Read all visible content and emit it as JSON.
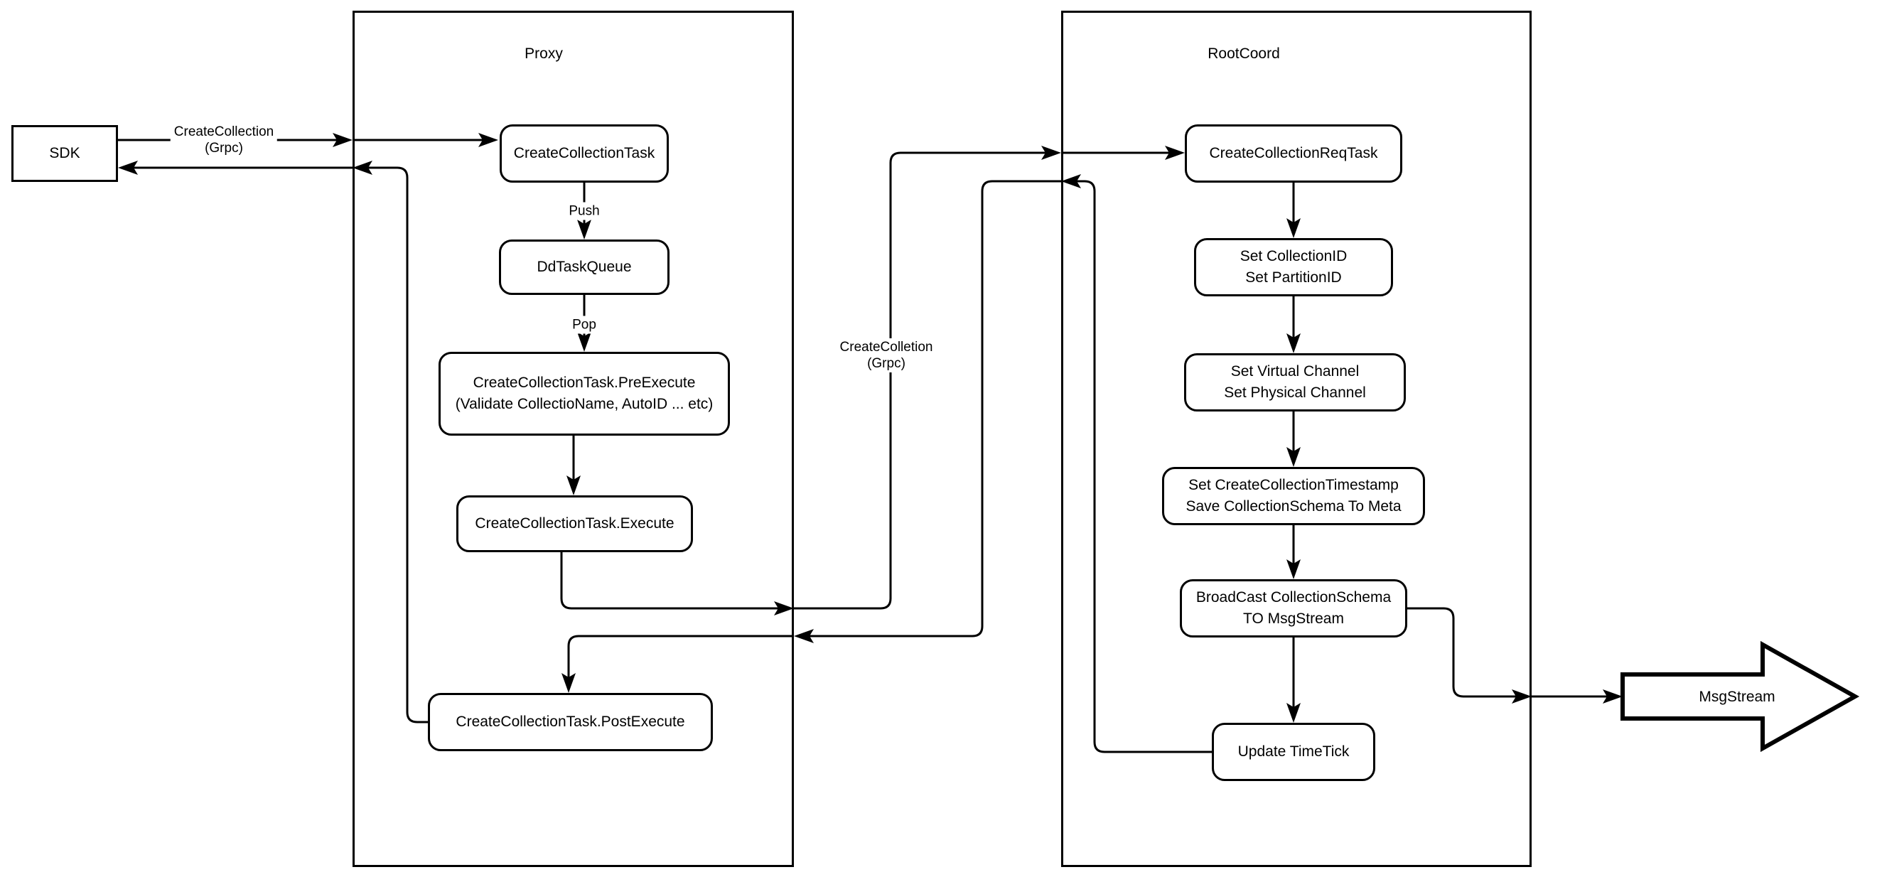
{
  "sdk": {
    "label": "SDK"
  },
  "containers": {
    "proxy": {
      "title": "Proxy"
    },
    "rootcoord": {
      "title": "RootCoord"
    }
  },
  "proxy_nodes": {
    "create_collection_task": {
      "label": "CreateCollectionTask"
    },
    "dd_task_queue": {
      "label": "DdTaskQueue"
    },
    "pre_execute": {
      "line1": "CreateCollectionTask.PreExecute",
      "line2": "(Validate CollectioName, AutoID ... etc)"
    },
    "execute": {
      "label": "CreateCollectionTask.Execute"
    },
    "post_execute": {
      "label": "CreateCollectionTask.PostExecute"
    }
  },
  "rootcoord_nodes": {
    "req_task": {
      "label": "CreateCollectionReqTask"
    },
    "set_ids": {
      "line1": "Set CollectionID",
      "line2": "Set PartitionID"
    },
    "set_channels": {
      "line1": "Set Virtual Channel",
      "line2": "Set Physical Channel"
    },
    "set_timestamp": {
      "line1": "Set CreateCollectionTimestamp",
      "line2": "Save CollectionSchema To Meta"
    },
    "broadcast": {
      "line1": "BroadCast CollectionSchema",
      "line2": "TO MsgStream"
    },
    "update_timetick": {
      "label": "Update TimeTick"
    }
  },
  "msgstream": {
    "label": "MsgStream"
  },
  "edge_labels": {
    "sdk_grpc": {
      "line1": "CreateCollection",
      "line2": "(Grpc)"
    },
    "push": "Push",
    "pop": "Pop",
    "proxy_grpc": {
      "line1": "CreateColletion",
      "line2": "(Grpc)"
    }
  },
  "colors": {
    "stroke": "#000000",
    "fill": "#ffffff"
  }
}
